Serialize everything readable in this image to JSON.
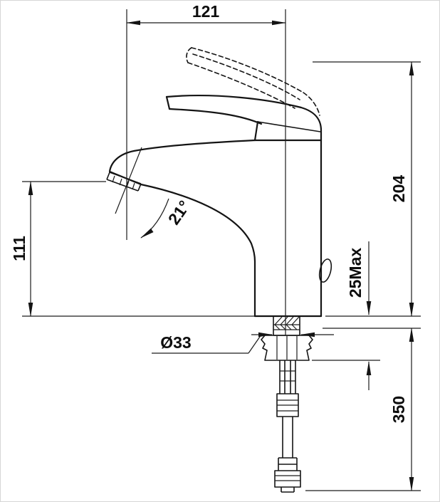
{
  "drawing": {
    "type": "technical-dimension-drawing",
    "subject": "single-lever basin mixer faucet, side elevation with mounting hoses",
    "units": "mm"
  },
  "dimensions": {
    "spout_reach": "121",
    "body_height": "204",
    "spout_height": "111",
    "deck_thickness_max": "25Max",
    "hose_length": "350",
    "hole_diameter": "Ø33",
    "spout_angle": "21°"
  },
  "colors": {
    "line": "#141414",
    "background": "#ffffff"
  }
}
